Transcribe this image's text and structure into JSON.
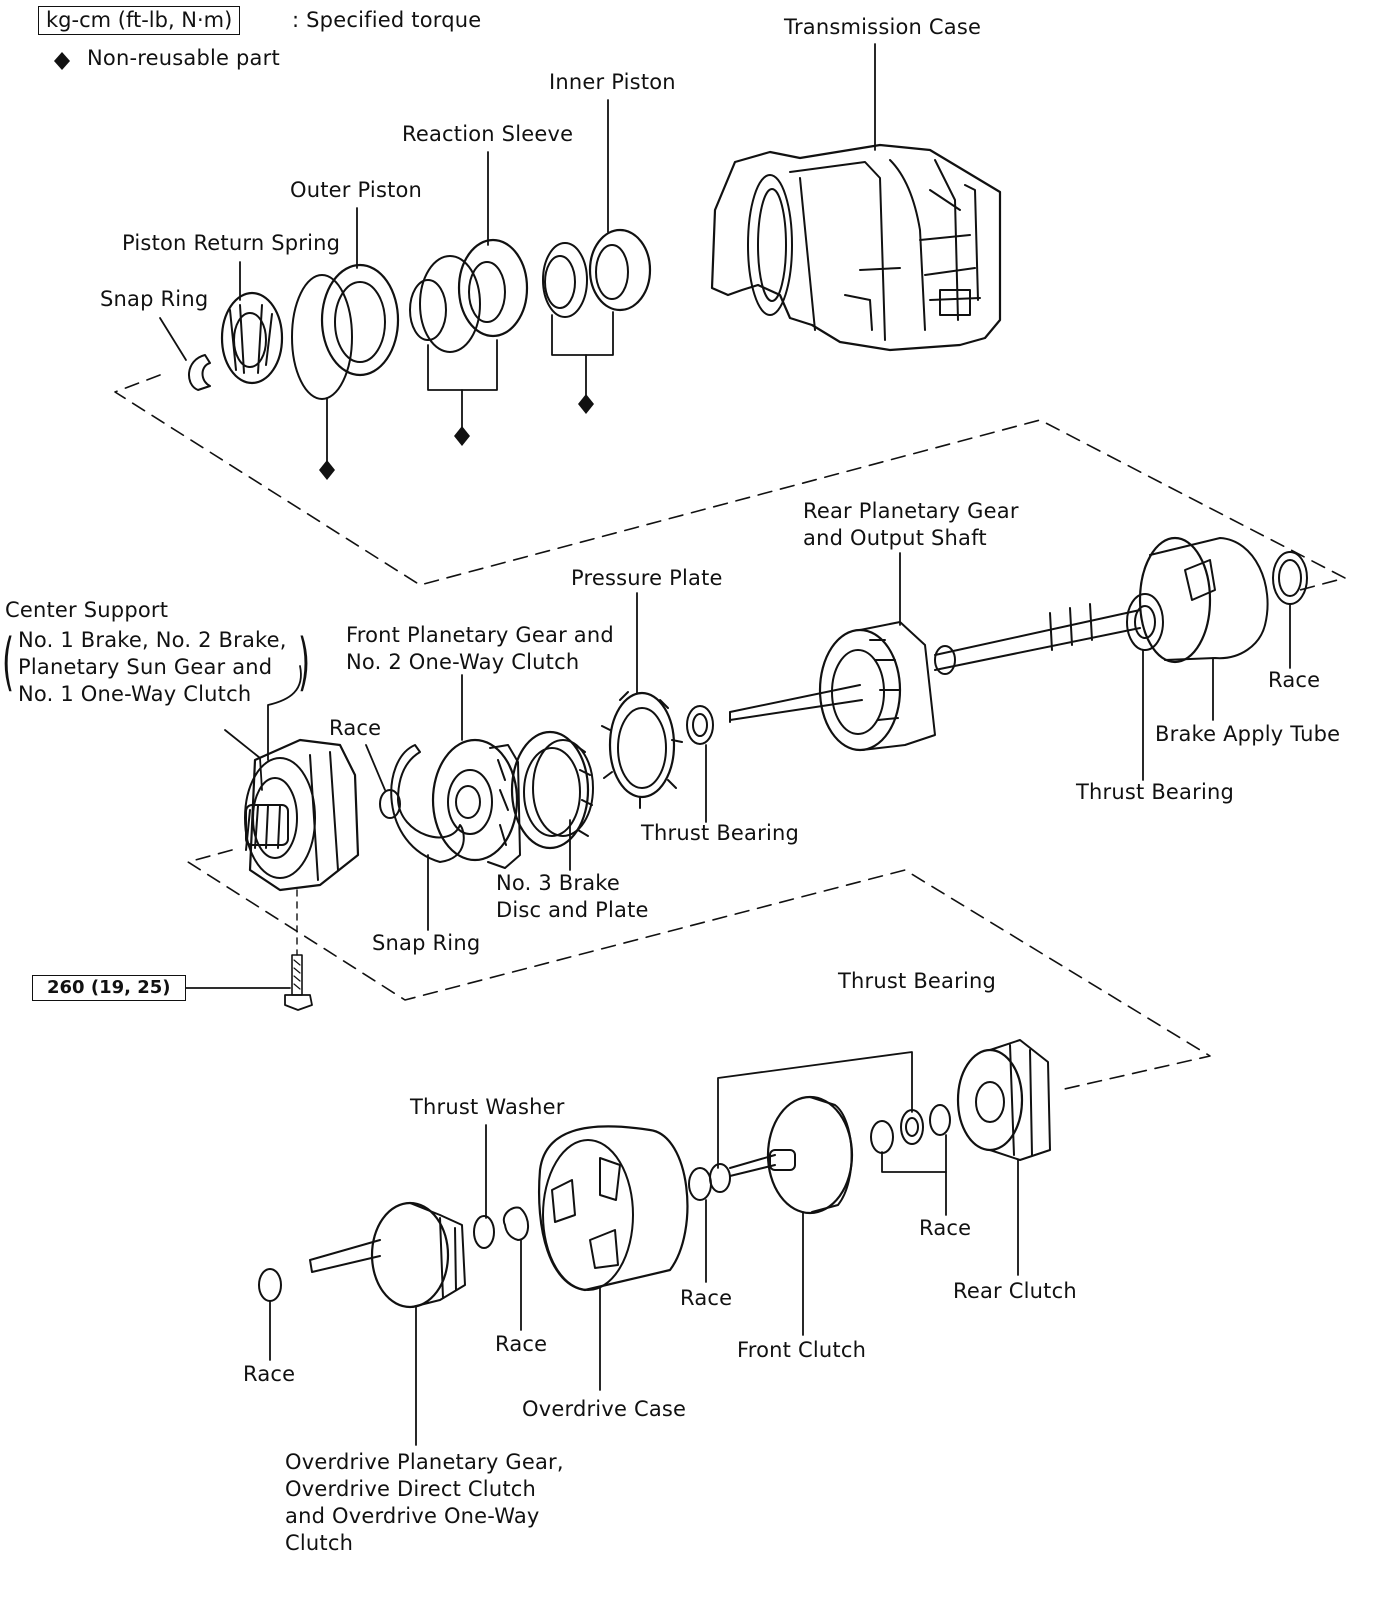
{
  "legend": {
    "torque_box": "kg-cm (ft-lb, N·m)",
    "torque_text": ": Specified torque",
    "nonreusable_symbol": "◆",
    "nonreusable_text": "Non-reusable part"
  },
  "labels": {
    "transmission_case": "Transmission Case",
    "inner_piston": "Inner Piston",
    "reaction_sleeve": "Reaction Sleeve",
    "outer_piston": "Outer Piston",
    "piston_return_spring": "Piston Return Spring",
    "snap_ring_top": "Snap Ring",
    "rear_planetary": "Rear Planetary Gear\nand Output Shaft",
    "pressure_plate": "Pressure Plate",
    "center_support": "Center Support",
    "center_support_detail": "No. 1 Brake, No. 2 Brake,\nPlanetary Sun Gear and\nNo. 1 One-Way Clutch",
    "front_planetary": "Front Planetary Gear and\nNo. 2 One-Way Clutch",
    "race_mid": "Race",
    "race_right": "Race",
    "brake_apply_tube": "Brake Apply Tube",
    "thrust_bearing_right": "Thrust Bearing",
    "thrust_bearing_mid": "Thrust Bearing",
    "no3_brake": "No. 3 Brake\nDisc and Plate",
    "snap_ring_mid": "Snap Ring",
    "torque_value": "260 (19, 25)",
    "thrust_bearing_bottom": "Thrust Bearing",
    "thrust_washer": "Thrust Washer",
    "race_b1": "Race",
    "race_b2": "Race",
    "race_b3": "Race",
    "race_b4": "Race",
    "rear_clutch": "Rear Clutch",
    "front_clutch": "Front Clutch",
    "overdrive_case": "Overdrive Case",
    "overdrive_planetary": "Overdrive Planetary Gear,\nOverdrive Direct Clutch\nand Overdrive One-Way\nClutch"
  },
  "colors": {
    "ink": "#111111",
    "paper": "#ffffff"
  }
}
